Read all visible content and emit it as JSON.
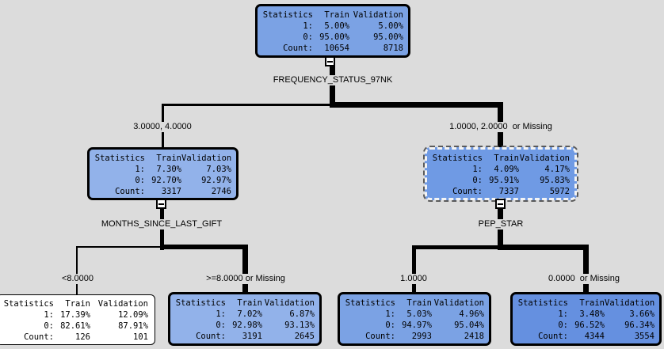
{
  "app": {
    "background": "#dcdcdc",
    "connector_color": "#000000",
    "view": "decision-tree"
  },
  "nodes": {
    "root": {
      "fill": "#7ba2e4",
      "selected": false,
      "header": [
        "Statistics",
        "Train",
        "Validation"
      ],
      "rows": [
        [
          "1:",
          "5.00%",
          "5.00%"
        ],
        [
          "0:",
          "95.00%",
          "95.00%"
        ],
        [
          "Count:",
          "10654",
          "8718"
        ]
      ]
    },
    "left": {
      "fill": "#92b2ea",
      "selected": false,
      "header": [
        "Statistics",
        "Train",
        "Validation"
      ],
      "rows": [
        [
          "1:",
          "7.30%",
          "7.03%"
        ],
        [
          "0:",
          "92.70%",
          "92.97%"
        ],
        [
          "Count:",
          "3317",
          "2746"
        ]
      ]
    },
    "right": {
      "fill": "#6f9ae4",
      "selected": true,
      "header": [
        "Statistics",
        "Train",
        "Validation"
      ],
      "rows": [
        [
          "1:",
          "4.09%",
          "4.17%"
        ],
        [
          "0:",
          "95.91%",
          "95.83%"
        ],
        [
          "Count:",
          "7337",
          "5972"
        ]
      ]
    },
    "leaf1": {
      "fill": "#ffffff",
      "selected": false,
      "header": [
        "Statistics",
        "Train",
        "Validation"
      ],
      "rows": [
        [
          "1:",
          "17.39%",
          "12.09%"
        ],
        [
          "0:",
          "82.61%",
          "87.91%"
        ],
        [
          "Count:",
          "126",
          "101"
        ]
      ]
    },
    "leaf2": {
      "fill": "#92b2ea",
      "selected": false,
      "header": [
        "Statistics",
        "Train",
        "Validation"
      ],
      "rows": [
        [
          "1:",
          "7.02%",
          "6.87%"
        ],
        [
          "0:",
          "92.98%",
          "93.13%"
        ],
        [
          "Count:",
          "3191",
          "2645"
        ]
      ]
    },
    "leaf3": {
      "fill": "#7ba2e4",
      "selected": false,
      "header": [
        "Statistics",
        "Train",
        "Validation"
      ],
      "rows": [
        [
          "1:",
          "5.03%",
          "4.96%"
        ],
        [
          "0:",
          "94.97%",
          "95.04%"
        ],
        [
          "Count:",
          "2993",
          "2418"
        ]
      ]
    },
    "leaf4": {
      "fill": "#6590e0",
      "selected": false,
      "header": [
        "Statistics",
        "Train",
        "Validation"
      ],
      "rows": [
        [
          "1:",
          "3.48%",
          "3.66%"
        ],
        [
          "0:",
          "96.52%",
          "96.34%"
        ],
        [
          "Count:",
          "4344",
          "3554"
        ]
      ]
    }
  },
  "splits": [
    {
      "variable": "FREQUENCY_STATUS_97NK",
      "parent": "root",
      "branches": [
        {
          "label": "3.0000, 4.0000",
          "child": "left"
        },
        {
          "label": "1.0000, 2.0000  or Missing",
          "child": "right"
        }
      ]
    },
    {
      "variable": "MONTHS_SINCE_LAST_GIFT",
      "parent": "left",
      "branches": [
        {
          "label": "<8.0000",
          "child": "leaf1"
        },
        {
          "label": ">=8.0000 or Missing",
          "child": "leaf2"
        }
      ]
    },
    {
      "variable": "PEP_STAR",
      "parent": "right",
      "branches": [
        {
          "label": "1.0000",
          "child": "leaf3"
        },
        {
          "label": "0.0000  or Missing",
          "child": "leaf4"
        }
      ]
    }
  ]
}
